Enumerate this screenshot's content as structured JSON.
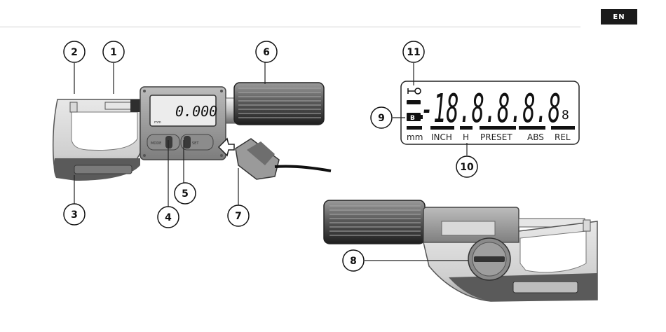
{
  "header": {
    "language_badge": "EN"
  },
  "callouts": {
    "c1": "1",
    "c2": "2",
    "c3": "3",
    "c4": "4",
    "c5": "5",
    "c6": "6",
    "c7": "7",
    "c8": "8",
    "c9": "9",
    "c10": "10",
    "c11": "11"
  },
  "micrometer": {
    "display_reading": "0.000",
    "mode_button_label": "MODE",
    "set_button_label": "SET",
    "unit_label": "mm"
  },
  "lcd": {
    "digits": "-18.8.8.8.8",
    "small_digit": "8",
    "battery_label": "B",
    "mode_labels": [
      "mm",
      "INCH",
      "H",
      "PRESET",
      "ABS",
      "REL"
    ]
  }
}
